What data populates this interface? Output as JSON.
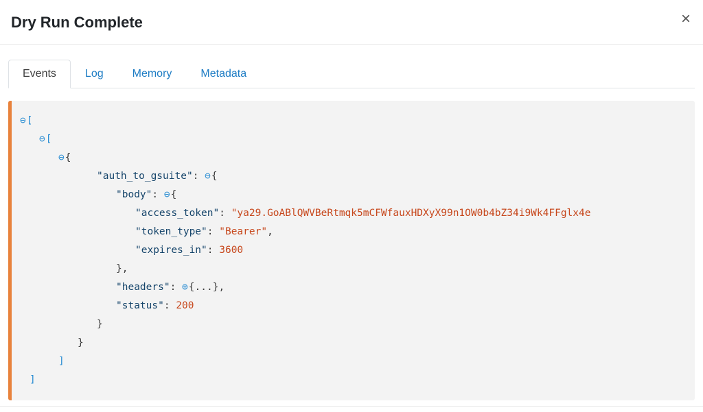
{
  "modal": {
    "title": "Dry Run Complete",
    "close_label": "×"
  },
  "tabs": [
    {
      "label": "Events",
      "active": true
    },
    {
      "label": "Log",
      "active": false
    },
    {
      "label": "Memory",
      "active": false
    },
    {
      "label": "Metadata",
      "active": false
    }
  ],
  "colors": {
    "accent_orange": "#e8823c",
    "tab_link": "#1d7cc4",
    "toggle_blue": "#268bd2",
    "bracket_blue": "#268bd2",
    "key_color": "#16456b",
    "value_red": "#c7481d",
    "panel_bg": "#f3f3f3"
  },
  "json_tree": {
    "collapse_icon": "⊖",
    "expand_icon": "⊕",
    "lines": [
      {
        "indent": 0,
        "tokens": [
          {
            "t": "toggle_minus",
            "v": "⊖"
          },
          {
            "t": "bracket",
            "v": "["
          }
        ]
      },
      {
        "indent": 1,
        "tokens": [
          {
            "t": "toggle_minus",
            "v": "⊖"
          },
          {
            "t": "bracket",
            "v": "["
          }
        ]
      },
      {
        "indent": 2,
        "tokens": [
          {
            "t": "toggle_minus",
            "v": "⊖"
          },
          {
            "t": "brace",
            "v": "{"
          }
        ]
      },
      {
        "indent": 4,
        "tokens": [
          {
            "t": "key",
            "v": "\"auth_to_gsuite\""
          },
          {
            "t": "colon",
            "v": ": "
          },
          {
            "t": "toggle_minus",
            "v": "⊖"
          },
          {
            "t": "brace",
            "v": "{"
          }
        ]
      },
      {
        "indent": 5,
        "tokens": [
          {
            "t": "key",
            "v": "\"body\""
          },
          {
            "t": "colon",
            "v": ": "
          },
          {
            "t": "toggle_minus",
            "v": "⊖"
          },
          {
            "t": "brace",
            "v": "{"
          }
        ]
      },
      {
        "indent": 6,
        "tokens": [
          {
            "t": "key",
            "v": "\"access_token\""
          },
          {
            "t": "colon",
            "v": ": "
          },
          {
            "t": "string",
            "v": "\"ya29.GoABlQWVBeRtmqk5mCFWfauxHDXyX99n1OW0b4bZ34i9Wk4FFglx4e"
          }
        ]
      },
      {
        "indent": 6,
        "tokens": [
          {
            "t": "key",
            "v": "\"token_type\""
          },
          {
            "t": "colon",
            "v": ": "
          },
          {
            "t": "string",
            "v": "\"Bearer\""
          },
          {
            "t": "comma",
            "v": ","
          }
        ]
      },
      {
        "indent": 6,
        "tokens": [
          {
            "t": "key",
            "v": "\"expires_in\""
          },
          {
            "t": "colon",
            "v": ": "
          },
          {
            "t": "number",
            "v": "3600"
          }
        ]
      },
      {
        "indent": 5,
        "tokens": [
          {
            "t": "brace",
            "v": "}"
          },
          {
            "t": "comma",
            "v": ","
          }
        ]
      },
      {
        "indent": 5,
        "tokens": [
          {
            "t": "key",
            "v": "\"headers\""
          },
          {
            "t": "colon",
            "v": ": "
          },
          {
            "t": "toggle_plus",
            "v": "⊕"
          },
          {
            "t": "collapsed",
            "v": "{...}"
          },
          {
            "t": "comma",
            "v": ","
          }
        ]
      },
      {
        "indent": 5,
        "tokens": [
          {
            "t": "key",
            "v": "\"status\""
          },
          {
            "t": "colon",
            "v": ": "
          },
          {
            "t": "number",
            "v": "200"
          }
        ]
      },
      {
        "indent": 4,
        "tokens": [
          {
            "t": "brace",
            "v": "}"
          }
        ]
      },
      {
        "indent": 3,
        "tokens": [
          {
            "t": "brace",
            "v": "}"
          }
        ]
      },
      {
        "indent": 2,
        "tokens": [
          {
            "t": "bracket",
            "v": "]"
          }
        ]
      },
      {
        "indent": 0.5,
        "tokens": [
          {
            "t": "bracket",
            "v": "]"
          }
        ]
      }
    ]
  }
}
